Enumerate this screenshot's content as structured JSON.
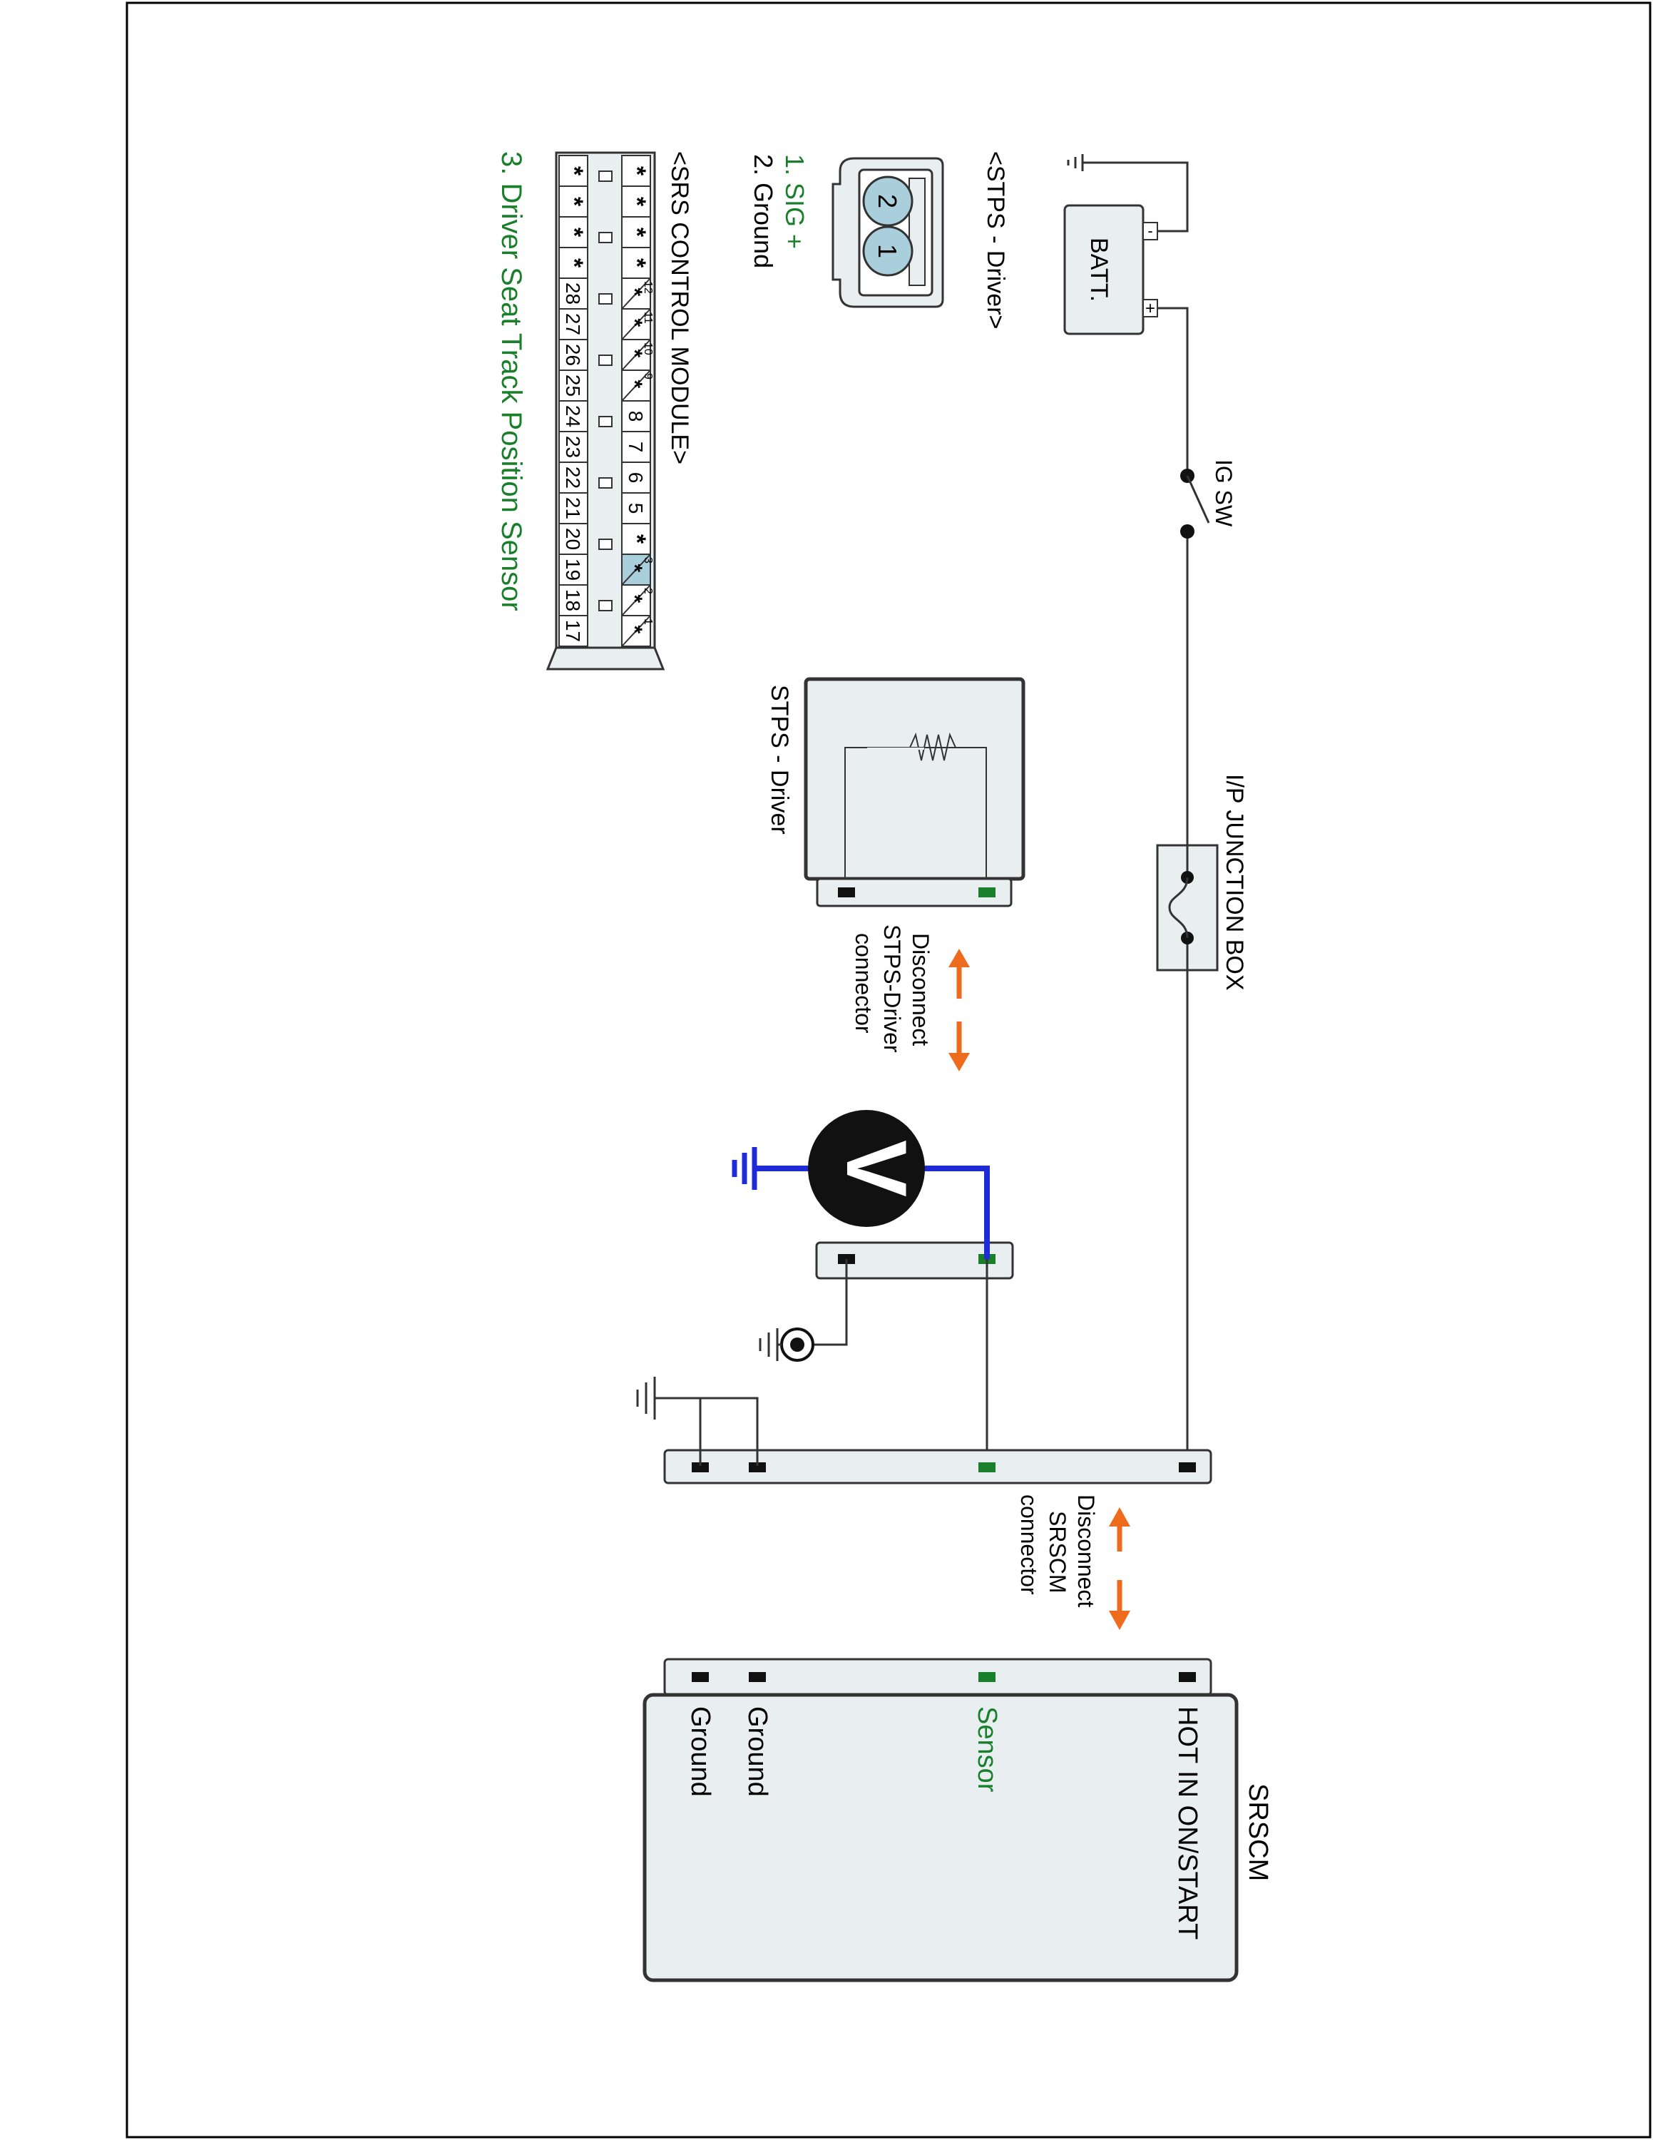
{
  "labels": {
    "batt": "BATT.",
    "batt_neg": "-",
    "batt_pos": "+",
    "ig_sw": "IG SW",
    "junction_box": "I/P JUNCTION BOX",
    "stps_component": "STPS - Driver",
    "disconnect_stps": [
      "Disconnect",
      "STPS-Driver",
      "connector"
    ],
    "disconnect_srscm": [
      "Disconnect",
      "SRSCM",
      "connector"
    ],
    "meter": "V",
    "srscm_title": "SRSCM",
    "srscm_pins": [
      "HOT IN ON/START",
      "Sensor",
      "Ground",
      "Ground"
    ]
  },
  "stps_connector": {
    "title": "<STPS - Driver>",
    "pins": [
      "2",
      "1"
    ],
    "legend": [
      "1. SIG +",
      "2. Ground"
    ]
  },
  "srs_connector": {
    "title": "<SRS CONTROL MODULE>",
    "row_top": [
      "*",
      "*",
      "*",
      "*",
      "12",
      "11",
      "10",
      "9",
      "8",
      "7",
      "6",
      "5",
      "*",
      "3",
      "2",
      "1"
    ],
    "row_bottom": [
      "*",
      "*",
      "*",
      "*",
      "28",
      "27",
      "26",
      "25",
      "24",
      "23",
      "22",
      "21",
      "20",
      "19",
      "18",
      "17"
    ]
  },
  "caption": "3. Driver Seat Track Position Sensor",
  "colors": {
    "highlight_green": "#1a7f2a",
    "probe_blue": "#1f2bd6",
    "arrow_orange": "#ee6a1c",
    "pin_fill": "#a9cfdc",
    "box_fill": "#e9eef0"
  }
}
